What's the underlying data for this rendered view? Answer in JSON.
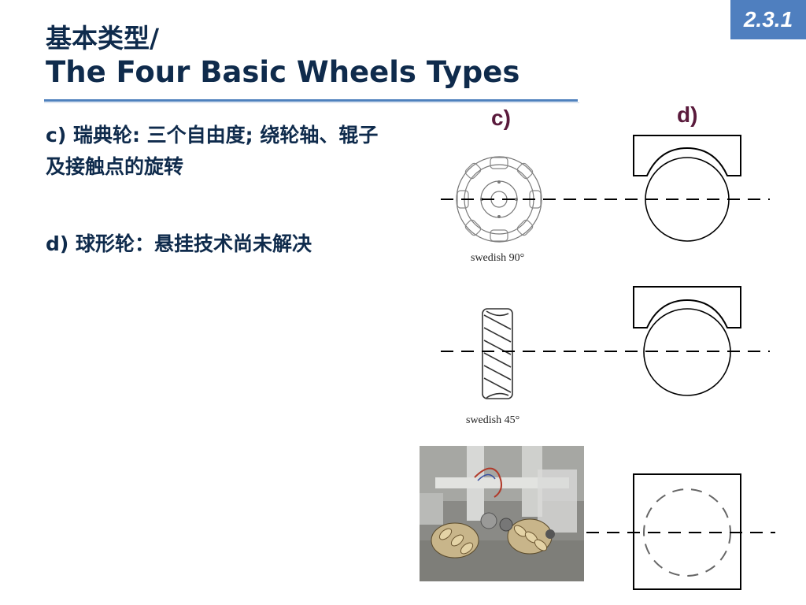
{
  "slide": {
    "number": "2.3.1",
    "title_zh": "基本类型/",
    "title_en": "The Four Basic Wheels Types"
  },
  "body": {
    "item_c": "c) 瑞典轮: 三个自由度; 绕轮轴、辊子及接触点的旋转",
    "item_d": "d) 球形轮：悬挂技术尚未解决"
  },
  "figure": {
    "label_c": "c)",
    "label_d": "d)",
    "caption_swedish90": "swedish 90°",
    "caption_swedish45": "swedish 45°"
  },
  "colors": {
    "accent": "#4f7fbf",
    "title": "#0f2b4c",
    "label": "#5a1a3c"
  }
}
